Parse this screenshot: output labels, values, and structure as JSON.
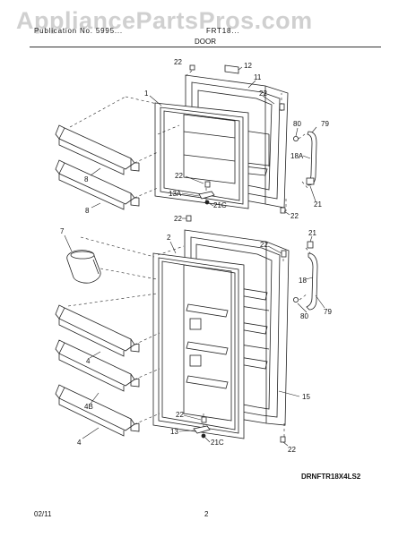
{
  "watermark": "AppliancePartsPros.com",
  "header": {
    "left": "Publication No. 5995...",
    "right": "FRT18...",
    "section_title": "DOOR"
  },
  "callouts": {
    "c22a": "22",
    "c12": "12",
    "c11": "11",
    "c1": "1",
    "c22b": "22",
    "c80a": "80",
    "c79a": "79",
    "c18a": "18A",
    "c8a": "8",
    "c22c": "22",
    "c13a": "13A",
    "c21ca": "21C",
    "c21a": "21",
    "c8b": "8",
    "c22d": "22",
    "c22e": "22",
    "c2": "2",
    "c7": "7",
    "c22f": "22",
    "c21b": "21",
    "c18": "18",
    "c80b": "80",
    "c79b": "79",
    "c4a": "4",
    "c15": "15",
    "c4b": "4B",
    "c22g": "22",
    "c13": "13",
    "c21cb": "21C",
    "c4c": "4",
    "c22h": "22"
  },
  "model_code": "DRNFTR18X4LS2",
  "footer": {
    "date": "02/11",
    "page": "2"
  }
}
